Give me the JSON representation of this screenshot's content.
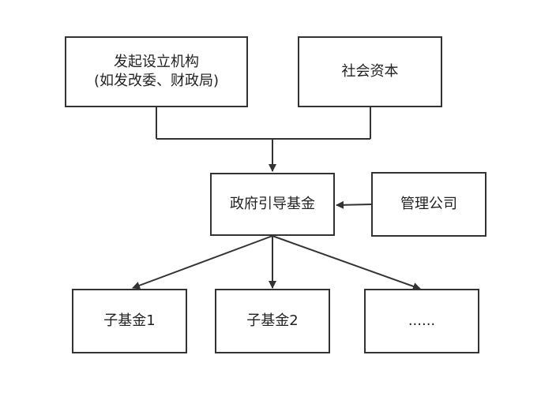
{
  "diagram": {
    "nodes": {
      "initiator": {
        "line1": "发起设立机构",
        "line2": "(如发改委、财政局)"
      },
      "social_capital": {
        "label": "社会资本"
      },
      "gov_fund": {
        "label": "政府引导基金"
      },
      "management_company": {
        "label": "管理公司"
      },
      "sub_fund_1": {
        "label": "子基金1"
      },
      "sub_fund_2": {
        "label": "子基金2"
      },
      "sub_fund_more": {
        "label": "......"
      }
    },
    "colors": {
      "stroke": "#333333",
      "text": "#222222",
      "background": "#ffffff"
    }
  }
}
